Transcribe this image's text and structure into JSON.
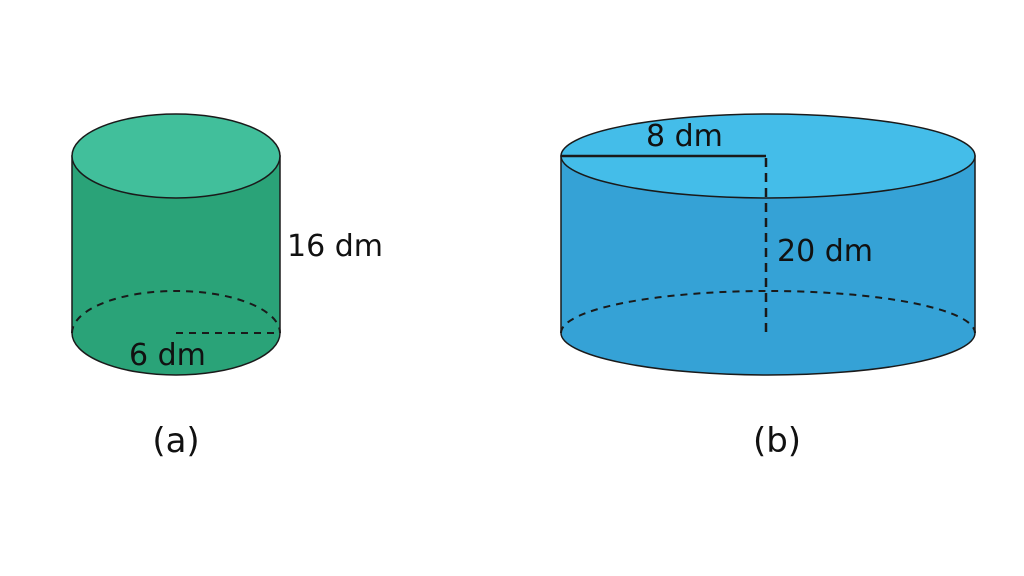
{
  "figures": [
    {
      "id": "a",
      "caption": "(a)",
      "height_label": "16 dm",
      "radius_label": "6 dm",
      "side_color": "#2aa378",
      "top_color": "#41bf9b"
    },
    {
      "id": "b",
      "caption": "(b)",
      "height_label": "20 dm",
      "radius_label": "8 dm",
      "side_color": "#35a2d6",
      "top_color": "#44bde9"
    }
  ],
  "stroke_color": "#1a1a1a"
}
